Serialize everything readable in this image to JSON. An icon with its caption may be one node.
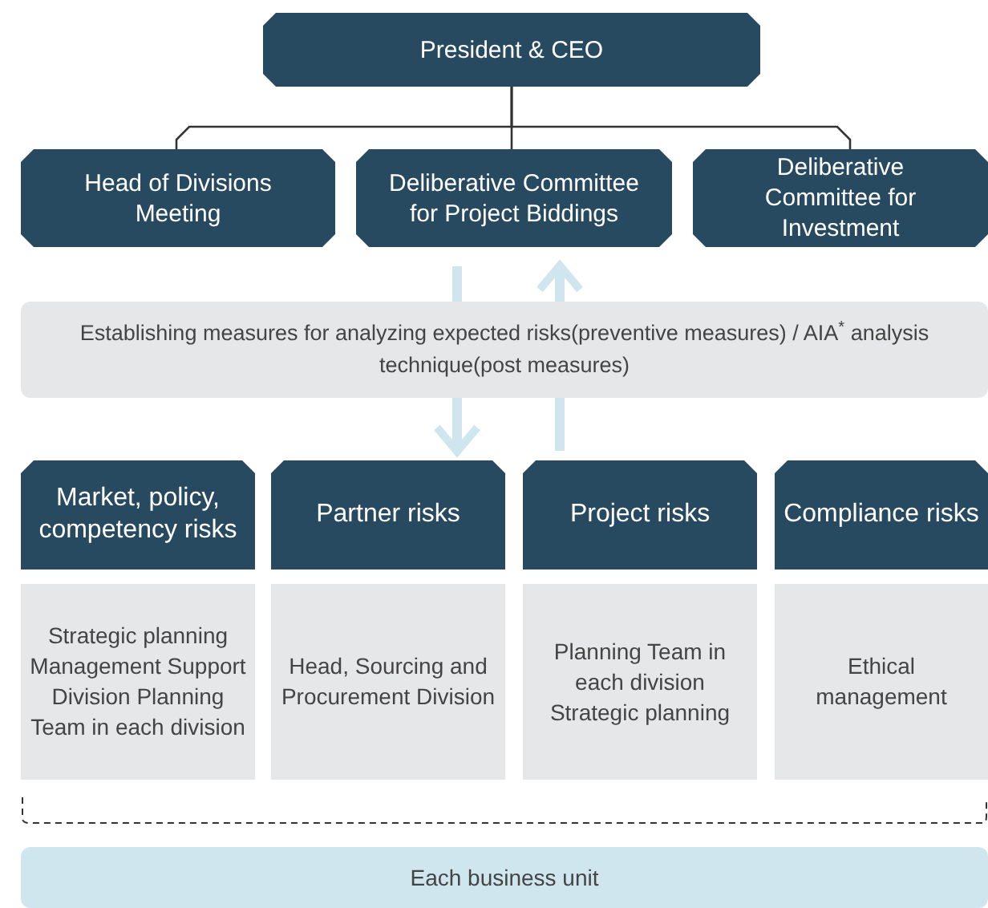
{
  "diagram": {
    "nodes": [
      {
        "text": [
          "President & CEO"
        ]
      },
      {
        "text": [
          "Head of Divisions Meeting"
        ]
      },
      {
        "text": [
          "Deliberative Committee for Project Biddings"
        ]
      },
      {
        "text": [
          "Deliberative Committee for Investment"
        ]
      },
      {
        "text": [
          "Establishing measures for analyzing expected risks(preventive measures) / AIA$^{*}$ analysis technique(post measures)"
        ]
      },
      {
        "text": [
          "Market, policy, competency risks"
        ]
      },
      {
        "text": [
          "Partner risks"
        ]
      },
      {
        "text": [
          "Project risks"
        ]
      },
      {
        "text": [
          "Compliance risks"
        ]
      },
      {
        "text": [
          "Strategic planning Management Support Division Planning Team in each division"
        ]
      },
      {
        "text": [
          "Head, Sourcing and Procurement Division"
        ]
      },
      {
        "text": [
          "Planning Team in each division Strategic planning"
        ]
      },
      {
        "text": [
          "Ethical management"
        ]
      },
      {
        "text": [
          "Each business unit"
        ]
      }
    ],
    "edges": [
      {
        "from": 0,
        "to": 1,
        "arrow": "none",
        "color": "#333333"
      },
      {
        "from": 0,
        "to": 2,
        "arrow": "none",
        "color": "#333333"
      },
      {
        "from": 0,
        "to": 3,
        "arrow": "none",
        "color": "#333333"
      },
      {
        "from": 2,
        "to": 4,
        "arrow": "none"
      },
      {
        "from": 4,
        "to": 6,
        "arrow": "to"
      },
      {
        "from": 7,
        "to": 4,
        "arrow": "none"
      },
      {
        "from": 4,
        "to": 2,
        "arrow": "to"
      }
    ]
  }
}
